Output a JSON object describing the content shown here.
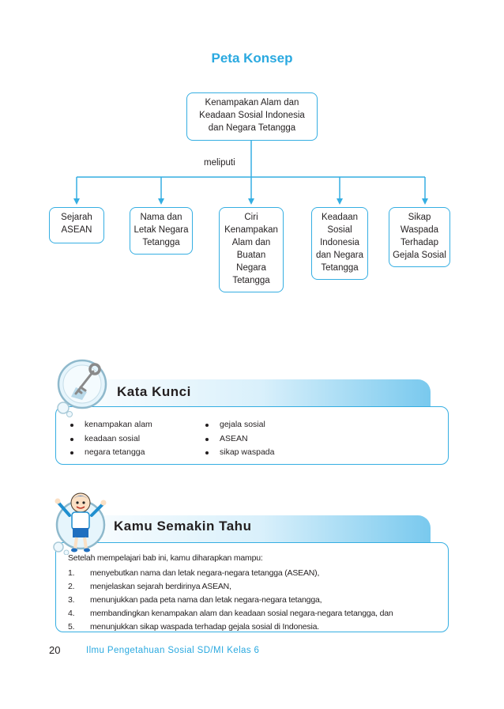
{
  "page_title": "Peta Konsep",
  "concept_map": {
    "root": [
      "Kenampakan Alam dan",
      "Keadaan Sosial Indonesia",
      "dan Negara Tetangga"
    ],
    "connector_label": "meliputi",
    "children": [
      [
        "Sejarah",
        "ASEAN"
      ],
      [
        "Nama dan",
        "Letak Negara",
        "Tetangga"
      ],
      [
        "Ciri",
        "Kenampakan",
        "Alam dan",
        "Buatan",
        "Negara",
        "Tetangga"
      ],
      [
        "Keadaan",
        "Sosial",
        "Indonesia",
        "dan Negara",
        "Tetangga"
      ],
      [
        "Sikap",
        "Waspada",
        "Terhadap",
        "Gejala Sosial"
      ]
    ]
  },
  "kata_kunci": {
    "title": "Kata Kunci",
    "col1": [
      "kenampakan alam",
      "keadaan sosial",
      "negara tetangga"
    ],
    "col2": [
      "gejala sosial",
      "ASEAN",
      "sikap waspada"
    ]
  },
  "kamu_semakin_tahu": {
    "title": "Kamu Semakin Tahu",
    "intro": "Setelah mempelajari bab ini, kamu diharapkan mampu:",
    "items": [
      {
        "num": "1.",
        "text": "menyebutkan nama dan letak negara-negara tetangga (ASEAN),"
      },
      {
        "num": "2.",
        "text": "menjelaskan sejarah berdirinya ASEAN,"
      },
      {
        "num": "3.",
        "text": "menunjukkan pada peta nama dan letak negara-negara tetangga,"
      },
      {
        "num": "4.",
        "text": "membandingkan kenampakan alam dan keadaan sosial negara-negara tetangga, dan"
      },
      {
        "num": "5.",
        "text": "menunjukkan sikap waspada terhadap gejala sosial di Indonesia."
      }
    ]
  },
  "footer": {
    "page_number": "20",
    "book_title": "Ilmu Pengetahuan Sosial SD/MI Kelas 6"
  },
  "colors": {
    "accent": "#35aee2",
    "title_blue": "#2aa9e0"
  }
}
